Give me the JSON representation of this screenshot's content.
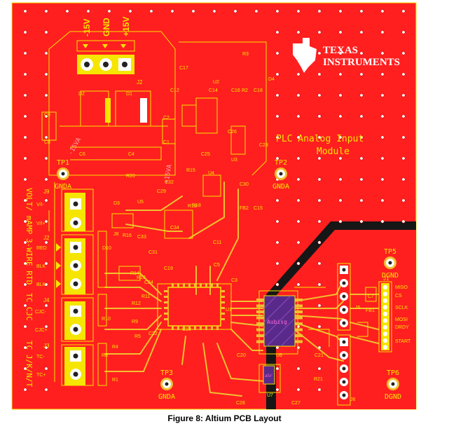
{
  "caption": "Figure 8:  Altium PCB Layout",
  "colors": {
    "board": "#ff1f1f",
    "silk": "#f5e500",
    "trace": "#f0c030",
    "copper_dark": "#111111",
    "pad": "#ffffff",
    "chip": "#6b2a9a",
    "label_magenta": "#ff33cc"
  },
  "logo": {
    "line1": "TEXAS",
    "line2": "INSTRUMENTS"
  },
  "title": {
    "line1": "PLC Analog Input",
    "line2": "Module"
  },
  "power_header": {
    "labels": [
      "-15V",
      "GND",
      "+15V"
    ],
    "ref": "J2"
  },
  "test_points": [
    {
      "ref": "TP1",
      "net": "GNDA"
    },
    {
      "ref": "TP2",
      "net": "GNDA"
    },
    {
      "ref": "TP3",
      "net": "GNDA"
    },
    {
      "ref": "TP5",
      "net": "DGND"
    },
    {
      "ref": "TP6",
      "net": "DGND"
    }
  ],
  "input_groups": [
    {
      "ref": "J9",
      "side_label": "VOLT/ mAMP",
      "pins": [
        "V/I-",
        "V/I+"
      ]
    },
    {
      "ref": "J2",
      "side_label": "3-WIRE RTD",
      "pins": [
        "RED",
        "BLK",
        "BLK"
      ]
    },
    {
      "ref": "J4",
      "side_label": "TC CJC",
      "pins": [
        "CJC-",
        "CJC+"
      ]
    },
    {
      "ref": "J3",
      "side_label": "TC J/K/N/T",
      "pins": [
        "TC-",
        "TC+"
      ]
    }
  ],
  "spi_header": {
    "ref": "J1",
    "pins": [
      "MISO",
      "CS",
      "SCLK",
      "MOSI",
      "DRDY",
      "START"
    ]
  },
  "chip_labels": {
    "u6_mark": "Aubisg",
    "u7_mark": "aSr"
  },
  "vertical_labels": [
    "-15VA",
    "+15VA"
  ],
  "refdes": [
    "D2",
    "D1",
    "C9",
    "C8",
    "C6",
    "C4",
    "C17",
    "C12",
    "C14",
    "R3",
    "U2",
    "C16",
    "R2",
    "C18",
    "D4",
    "C2",
    "C1",
    "C26",
    "C25",
    "C23",
    "U3",
    "R15",
    "U4",
    "R19",
    "R20",
    "D3",
    "C29",
    "C32",
    "U5",
    "R18",
    "C30",
    "FB2",
    "C15",
    "J8",
    "R16",
    "C33",
    "C34",
    "C31",
    "C11",
    "D10",
    "C19",
    "C5",
    "R14",
    "R13",
    "C24",
    "R11",
    "C3",
    "R12",
    "U1",
    "R9",
    "C22",
    "R5",
    "C10",
    "R4",
    "R1",
    "C20",
    "U6",
    "C21",
    "R21",
    "J5",
    "FB1",
    "C7",
    "J6",
    "C28",
    "U7",
    "C27",
    "R10",
    "R8"
  ]
}
